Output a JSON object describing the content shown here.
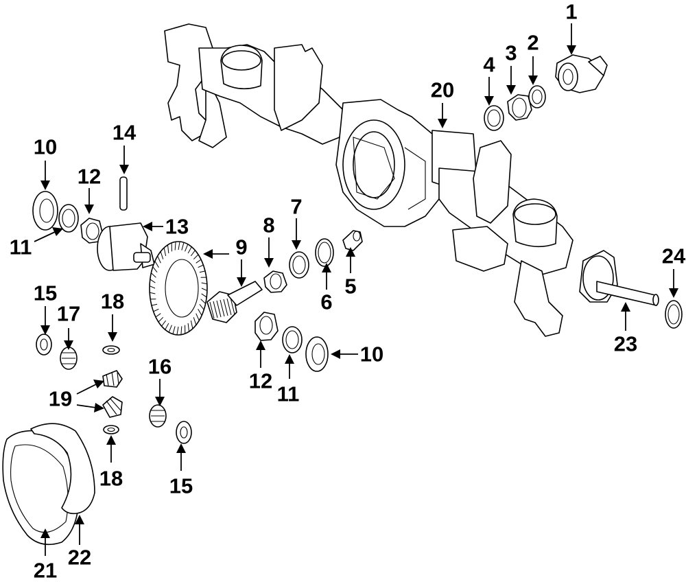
{
  "diagram": {
    "type": "exploded-parts-diagram",
    "callouts": [
      {
        "id": "c1",
        "text": "1"
      },
      {
        "id": "c2",
        "text": "2"
      },
      {
        "id": "c3",
        "text": "3"
      },
      {
        "id": "c4",
        "text": "4"
      },
      {
        "id": "c20",
        "text": "20"
      },
      {
        "id": "c10a",
        "text": "10"
      },
      {
        "id": "c14",
        "text": "14"
      },
      {
        "id": "c12a",
        "text": "12"
      },
      {
        "id": "c13",
        "text": "13"
      },
      {
        "id": "c11a",
        "text": "11"
      },
      {
        "id": "c7",
        "text": "7"
      },
      {
        "id": "c8",
        "text": "8"
      },
      {
        "id": "c9",
        "text": "9"
      },
      {
        "id": "c5",
        "text": "5"
      },
      {
        "id": "c6",
        "text": "6"
      },
      {
        "id": "c24",
        "text": "24"
      },
      {
        "id": "c15a",
        "text": "15"
      },
      {
        "id": "c17",
        "text": "17"
      },
      {
        "id": "c18a",
        "text": "18"
      },
      {
        "id": "c23",
        "text": "23"
      },
      {
        "id": "c10b",
        "text": "10"
      },
      {
        "id": "c12b",
        "text": "12"
      },
      {
        "id": "c11b",
        "text": "11"
      },
      {
        "id": "c16",
        "text": "16"
      },
      {
        "id": "c19",
        "text": "19"
      },
      {
        "id": "c18b",
        "text": "18"
      },
      {
        "id": "c15b",
        "text": "15"
      },
      {
        "id": "c21",
        "text": "21"
      },
      {
        "id": "c22",
        "text": "22"
      }
    ]
  }
}
